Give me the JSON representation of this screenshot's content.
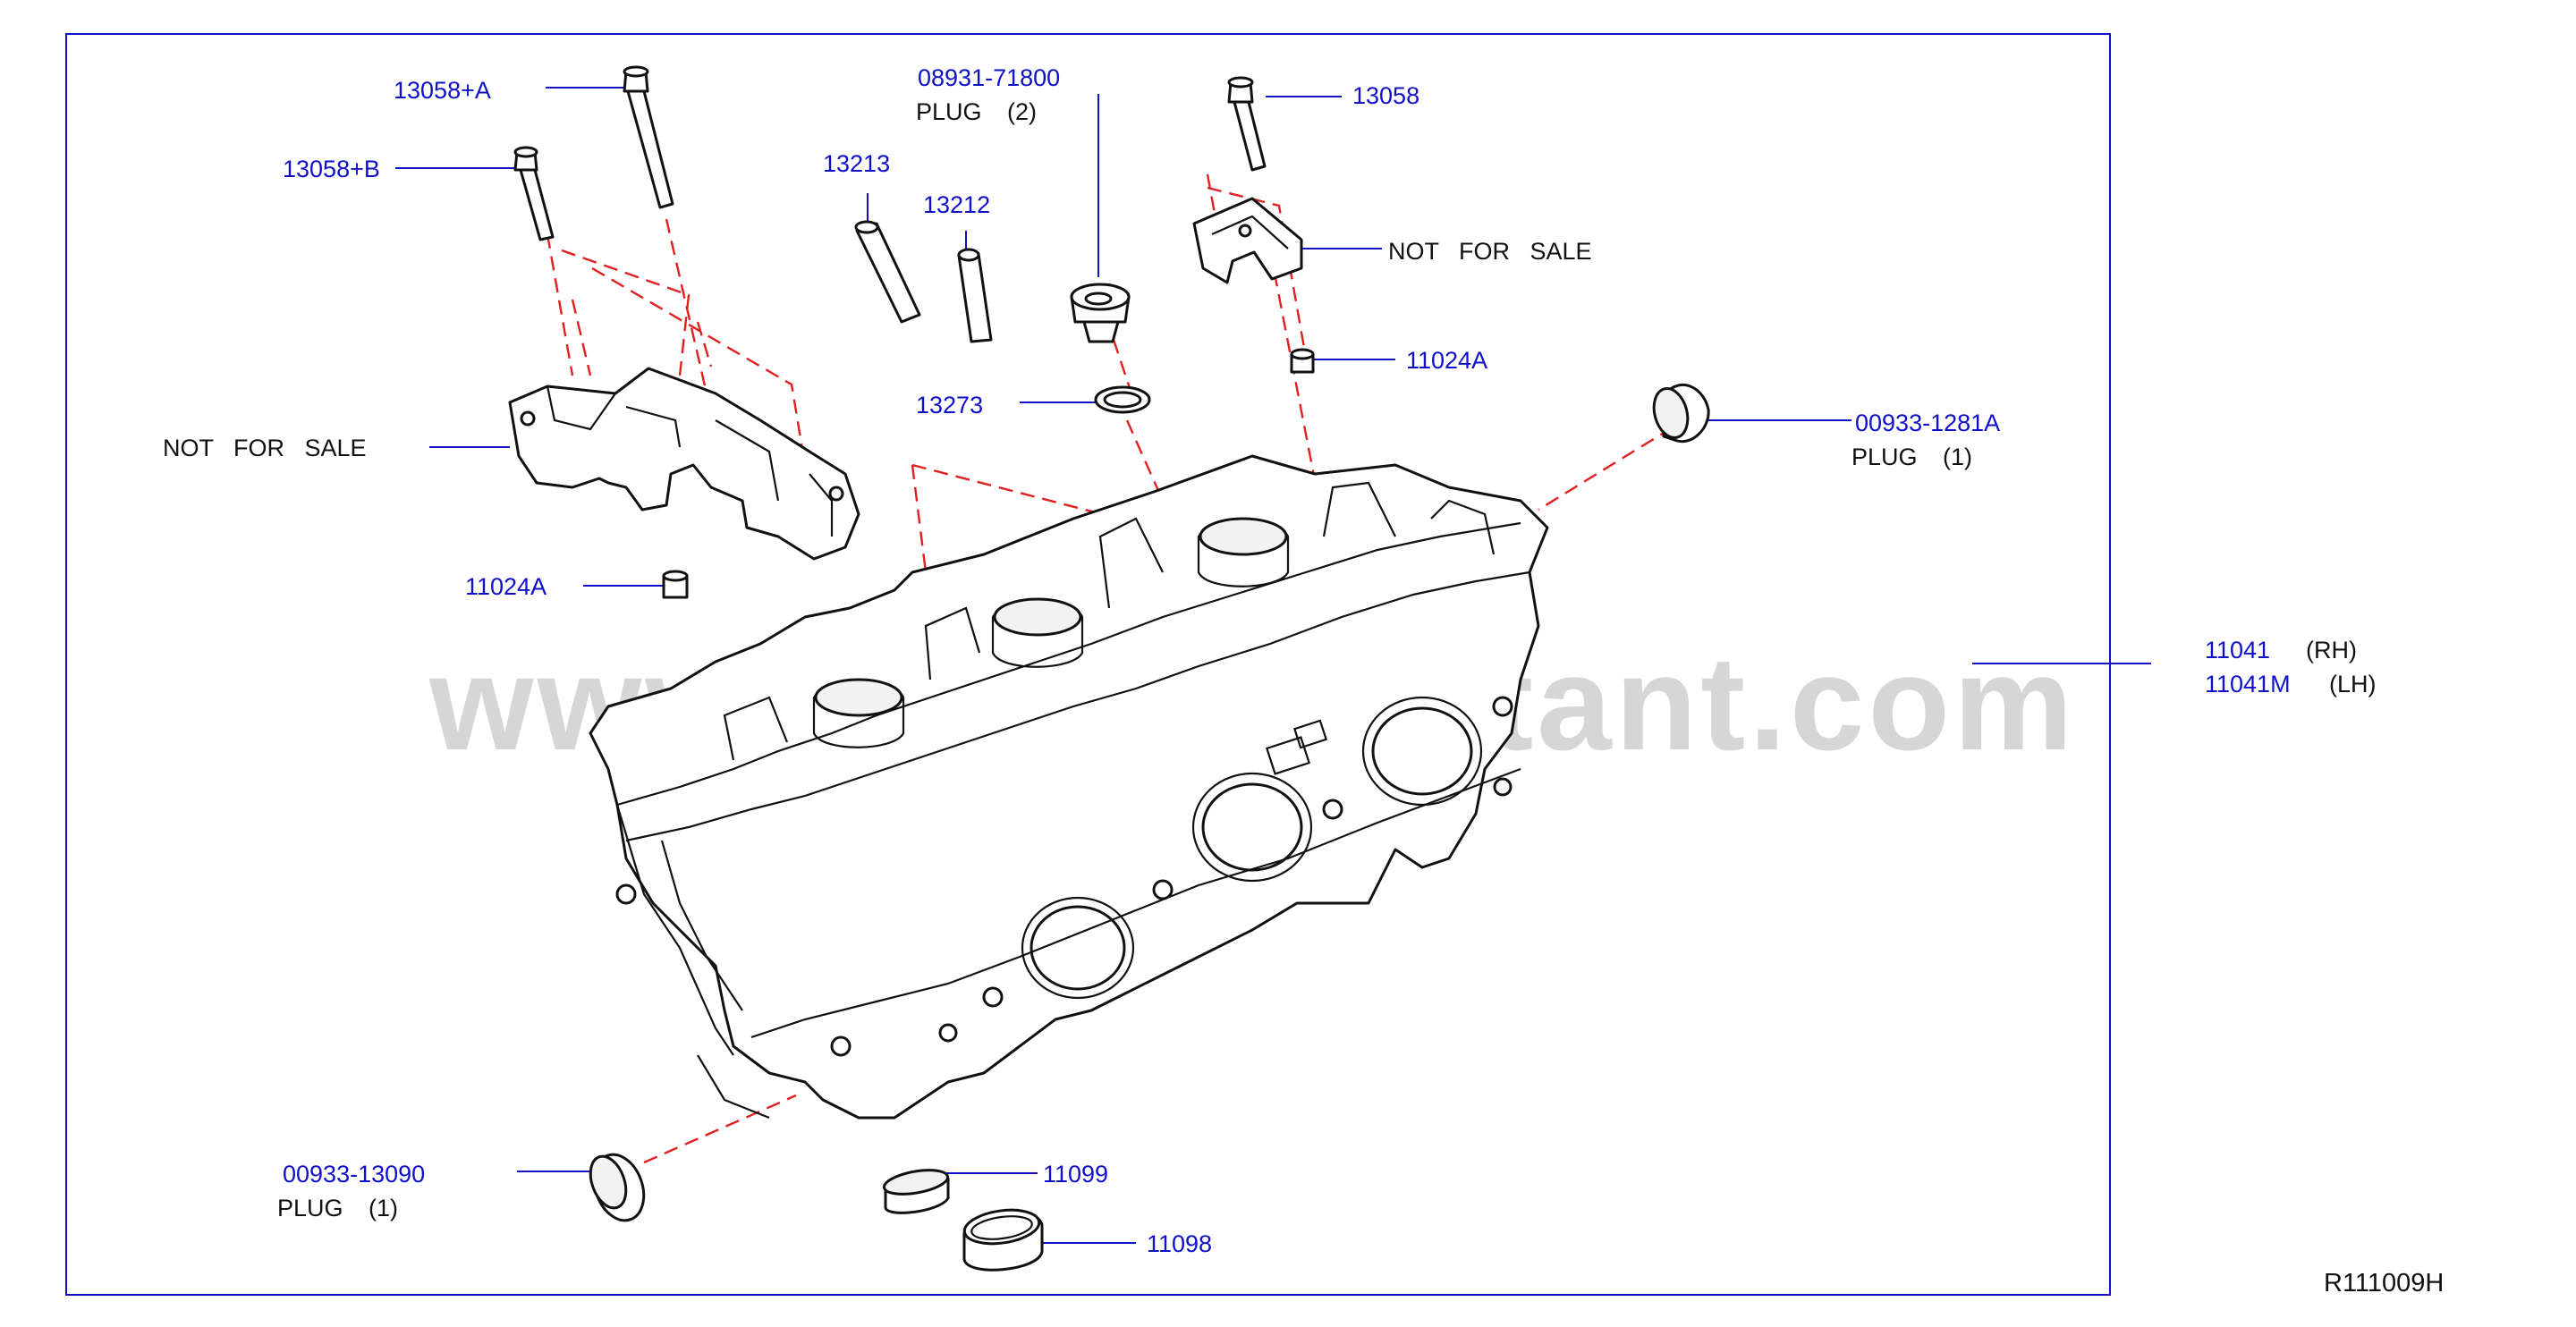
{
  "watermark": "www.partsassistant.com",
  "diagram_ref": "R111009H",
  "colors": {
    "part_number": "#1010c8",
    "text": "#111111",
    "phantom_line": "#e02020",
    "frame": "#1010c8"
  },
  "callouts": {
    "c13058A": {
      "code": "13058+A"
    },
    "c13058B": {
      "code": "13058+B"
    },
    "c13213": {
      "code": "13213"
    },
    "c13212": {
      "code": "13212"
    },
    "c08931": {
      "code": "08931-71800",
      "desc": "PLUG",
      "qty": "(2)"
    },
    "c13058": {
      "code": "13058"
    },
    "nfsRight": {
      "desc": "NOT   FOR   SALE"
    },
    "nfsLeft": {
      "desc": "NOT   FOR   SALE"
    },
    "c11024A_right": {
      "code": "11024A"
    },
    "c13273": {
      "code": "13273"
    },
    "c00933_1281A": {
      "code": "00933-1281A",
      "desc": "PLUG",
      "qty": "(1)"
    },
    "c11024A_left": {
      "code": "11024A"
    },
    "c11041": {
      "code": "11041",
      "variant": "(RH)"
    },
    "c11041M": {
      "code": "11041M",
      "variant": "(LH)"
    },
    "c00933_13090": {
      "code": "00933-13090",
      "desc": "PLUG",
      "qty": "(1)"
    },
    "c11099": {
      "code": "11099"
    },
    "c11098": {
      "code": "11098"
    }
  }
}
